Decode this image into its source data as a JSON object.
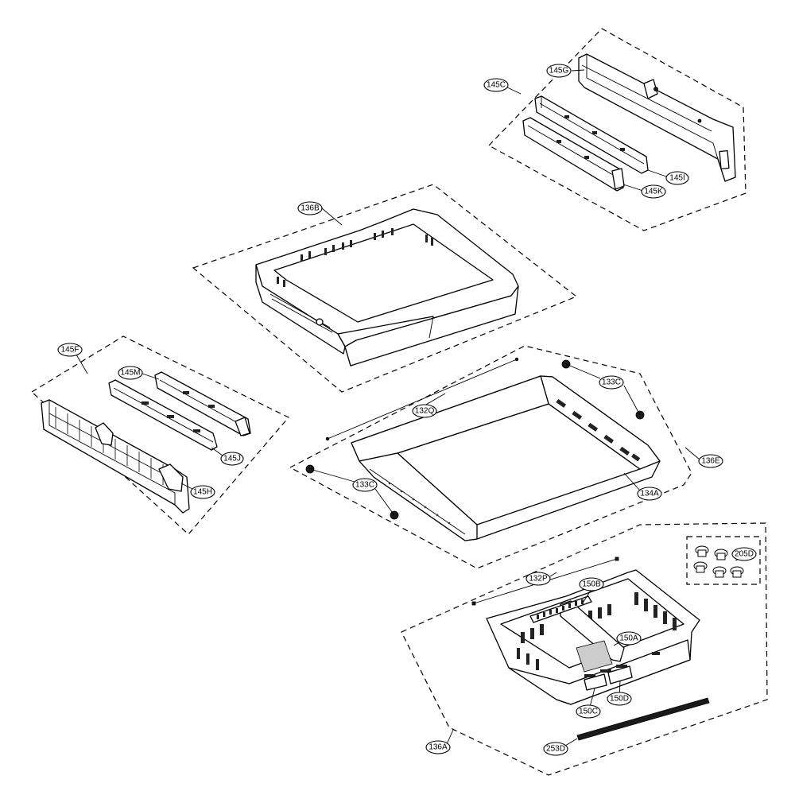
{
  "parts": [
    {
      "id": "145C",
      "label": "145C"
    },
    {
      "id": "145G",
      "label": "145G"
    },
    {
      "id": "145I",
      "label": "145I"
    },
    {
      "id": "145K",
      "label": "145K"
    },
    {
      "id": "136B",
      "label": "136B"
    },
    {
      "id": "145F",
      "label": "145F"
    },
    {
      "id": "145M",
      "label": "145M"
    },
    {
      "id": "145J",
      "label": "145J"
    },
    {
      "id": "145H",
      "label": "145H"
    },
    {
      "id": "133C_top",
      "label": "133C"
    },
    {
      "id": "132Q",
      "label": "132Q"
    },
    {
      "id": "136E",
      "label": "136E"
    },
    {
      "id": "133C_bottom",
      "label": "133C"
    },
    {
      "id": "134A",
      "label": "134A"
    },
    {
      "id": "205D",
      "label": "205D"
    },
    {
      "id": "132P",
      "label": "132P"
    },
    {
      "id": "150B",
      "label": "150B"
    },
    {
      "id": "150A",
      "label": "150A"
    },
    {
      "id": "150C",
      "label": "150C"
    },
    {
      "id": "150D",
      "label": "150D"
    },
    {
      "id": "136A",
      "label": "136A"
    },
    {
      "id": "253D",
      "label": "253D"
    }
  ]
}
